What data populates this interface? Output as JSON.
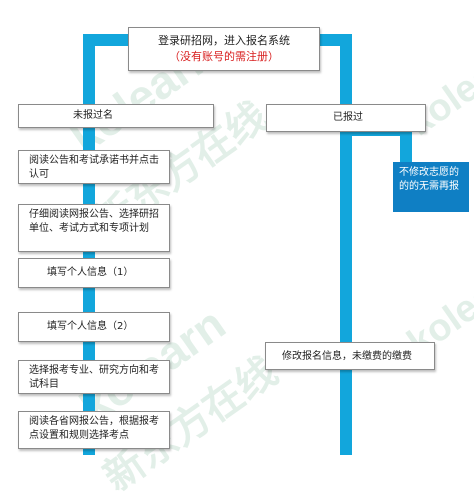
{
  "watermarks": [
    "kolearn",
    "新东方在线"
  ],
  "top": {
    "title": "登录研招网，进入报名系统",
    "subtitle": "（没有账号的需注册）"
  },
  "left": {
    "header": "未报过名",
    "steps": [
      "阅读公告和考试承诺书并点击认可",
      "仔细阅读网报公告、选择研招单位、考试方式和专项计划",
      "填写个人信息（1）",
      "填写个人信息（2）",
      "选择报考专业、研究方向和考试科目",
      "阅读各省网报公告，根据报考点设置和规则选择考点"
    ]
  },
  "right": {
    "header": "已报过",
    "note": "不修改志愿的的的无需再报",
    "action": "修改报名信息，未缴费的缴费"
  },
  "colors": {
    "connector": "#12a6dc",
    "note_bg": "#0f7fc4",
    "subtitle": "#d81e1e"
  }
}
